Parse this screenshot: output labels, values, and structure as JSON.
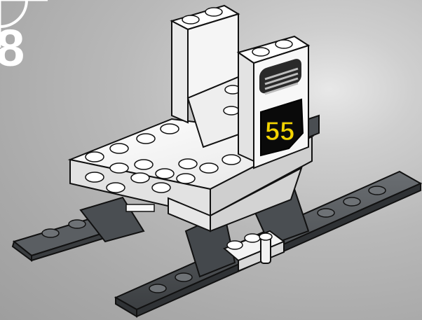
{
  "instruction_step": {
    "step_number": "8",
    "step_badge": "step-number-badge"
  },
  "model": {
    "name_icon": "lego-sled-seat-assembly",
    "badge_number": "55",
    "colors": {
      "background": "#b4b4b4",
      "white_brick": "#f7f7f7",
      "brick_shadow": "#d8d8d8",
      "dark_gray_skid": "#54585c",
      "badge_black": "#0a0a0a",
      "badge_yellow": "#f4d400"
    }
  }
}
